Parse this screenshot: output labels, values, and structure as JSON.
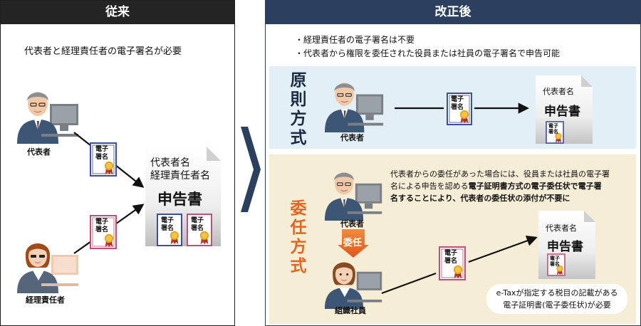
{
  "left": {
    "title": "従来",
    "requirement": "代表者と経理責任者の電子署名が必要",
    "person1": "代表者",
    "person2": "経理責任者",
    "doc_names_line1": "代表者名",
    "doc_names_line2": "経理責任者名",
    "doc_title": "申告書"
  },
  "right": {
    "title": "改正後",
    "bullet1": "・経理責任者の電子署名は不要",
    "bullet2": "・代表者から権限を委任された役員または社員の電子署名で申告可能",
    "principle": {
      "label": [
        "原",
        "則",
        "方",
        "式"
      ],
      "person": "代表者",
      "doc_names": "代表者名",
      "doc_title": "申告書"
    },
    "delegation": {
      "label": [
        "委",
        "任",
        "方",
        "式"
      ],
      "desc_line1": "代表者からの委任があった場合には、役員または社員の電子署",
      "desc_line2_a": "名による申告を認める",
      "desc_line2_b": "電子証明書方式の電子委任状で電子署",
      "desc_line3": "名することにより、代表者の委任状の添付が不要に",
      "person_rep": "代表者",
      "consign_label": "委任",
      "person_staff": "組織社員",
      "doc_names": "代表者名",
      "doc_title": "申告書",
      "bubble_line1": "e-Taxが指定する税目の記載がある",
      "bubble_line2": "電子証明書(電子委任状)が必要"
    }
  },
  "certificate": {
    "line1": "電子",
    "line2": "署名"
  },
  "colors": {
    "left_header": "#242424",
    "right_header": "#2b3f5e",
    "principle_band": "#e3eff6",
    "delegation_band": "#f6edd6",
    "principle_label": "#1b2b44",
    "delegation_label": "#e8641e",
    "cert_blue_border": "#3a4fa0",
    "cert_pink_border": "#c0507a"
  }
}
